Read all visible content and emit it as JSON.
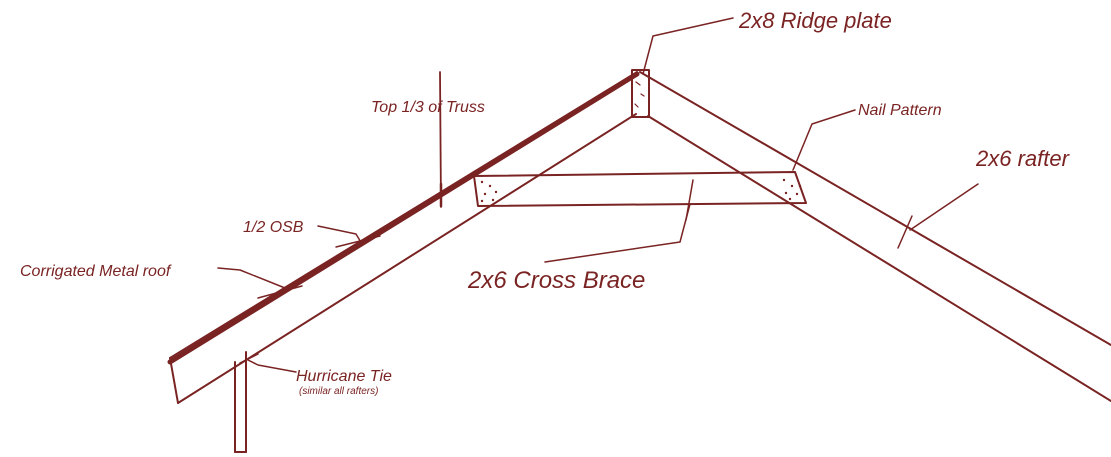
{
  "colors": {
    "ink": "#7a2323",
    "roof_line": "#7a2323",
    "background": "#ffffff"
  },
  "labels": {
    "ridge_plate": "2x8 Ridge plate",
    "nail_pattern": "Nail Pattern",
    "rafter": "2x6 rafter",
    "top_third": "Top 1/3 of Truss",
    "osb": "1/2 OSB",
    "metal_roof": "Corrigated Metal roof",
    "cross_brace": "2x6 Cross Brace",
    "hurricane_tie": "Hurricane Tie",
    "hurricane_tie_note": "(similar all rafters)"
  }
}
